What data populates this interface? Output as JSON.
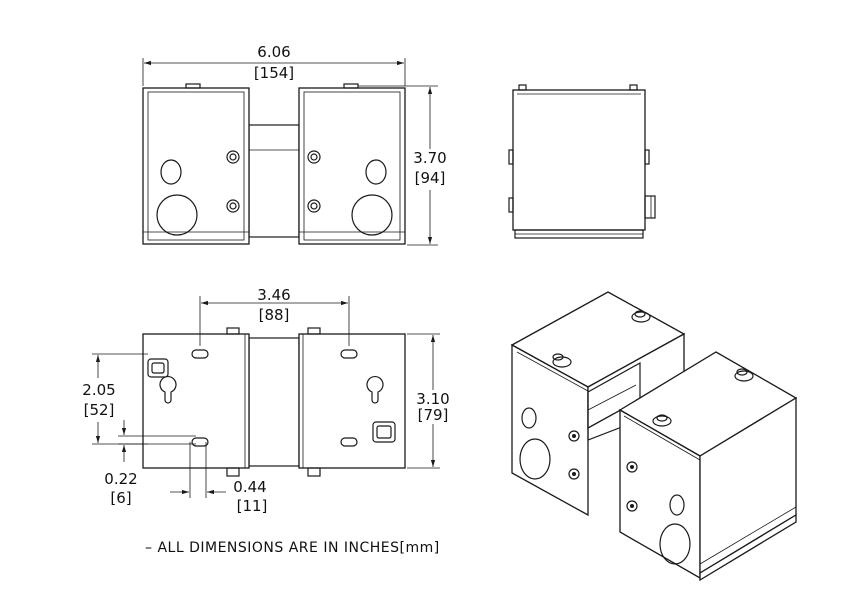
{
  "dimensions": {
    "overall_width": {
      "in": "6.06",
      "mm": "[154]"
    },
    "height": {
      "in": "3.70",
      "mm": "[94]"
    },
    "slot_spacing": {
      "in": "3.46",
      "mm": "[88]"
    },
    "depth": {
      "in": "3.10",
      "mm": "[79]"
    },
    "vertical_offset": {
      "in": "2.05",
      "mm": "[52]"
    },
    "slot_inset_v": {
      "in": "0.22",
      "mm": "[6]"
    },
    "slot_inset_h": {
      "in": "0.44",
      "mm": "[11]"
    }
  },
  "note": "– ALL DIMENSIONS ARE IN INCHES[mm]"
}
